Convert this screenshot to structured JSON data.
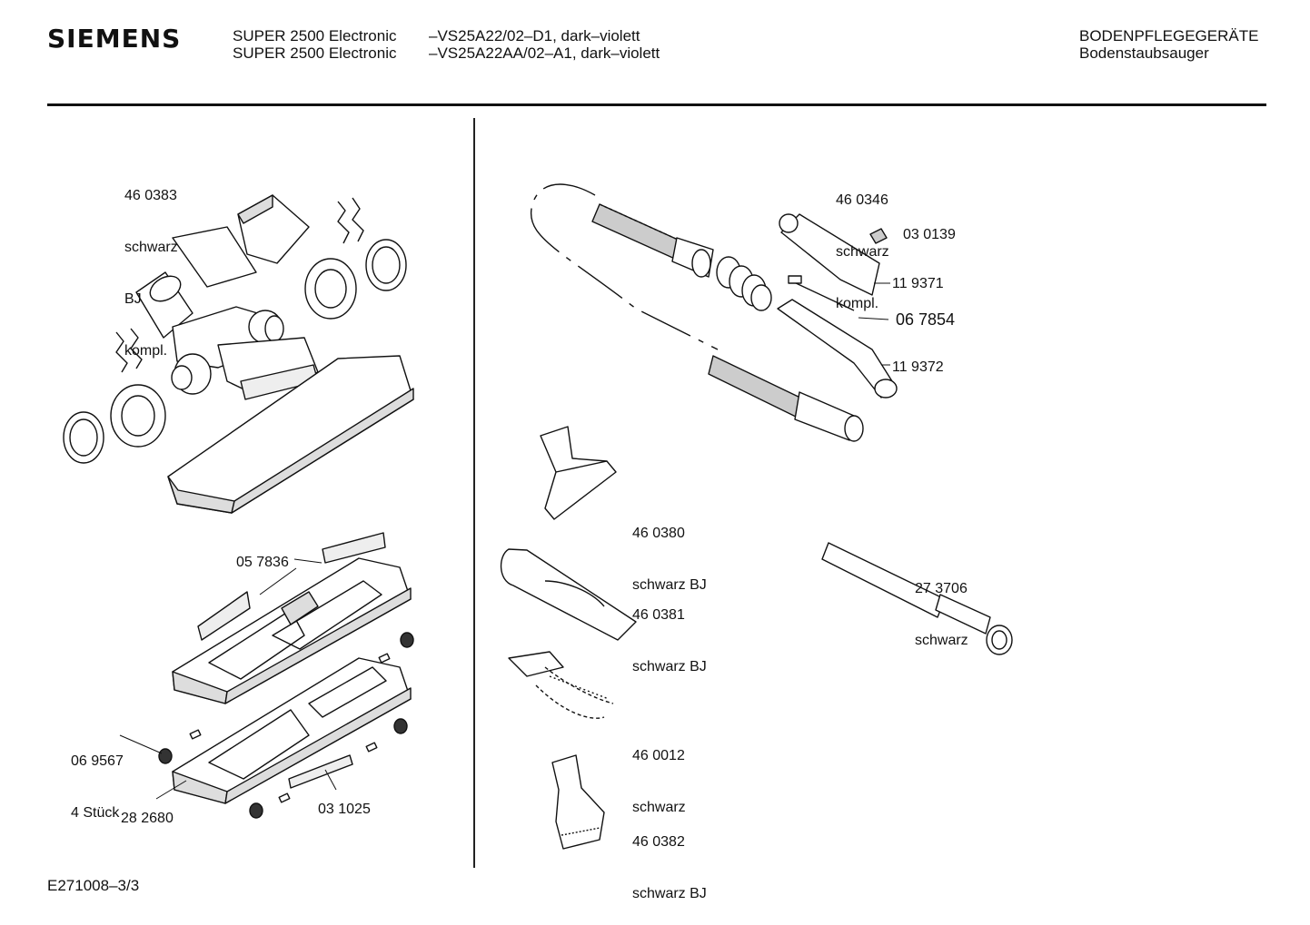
{
  "brand": "SIEMENS",
  "header": {
    "models": [
      {
        "name": "SUPER 2500 Electronic",
        "variant": "–VS25A22/02–D1, dark–violett"
      },
      {
        "name": "SUPER 2500 Electronic",
        "variant": "–VS25A22AA/02–A1, dark–violett"
      }
    ],
    "category": "BODENPFLEGEGERÄTE",
    "subcategory": "Bodenstaubsauger"
  },
  "parts": {
    "floor_nozzle": {
      "number": "46 0383",
      "lines": [
        "schwarz",
        "BJ",
        "kompl."
      ]
    },
    "strip_057836": {
      "number": "05 7836"
    },
    "roller_069567": {
      "number": "06 9567",
      "lines": [
        "4 Stück"
      ]
    },
    "base_282680": {
      "number": "28 2680"
    },
    "strip_031025": {
      "number": "03 1025"
    },
    "handle": {
      "number": "46 0346",
      "lines": [
        "schwarz",
        "kompl."
      ]
    },
    "clip_030139": {
      "number": "03 0139"
    },
    "part_119371": {
      "number": "11 9371"
    },
    "part_067854": {
      "number": "06 7854"
    },
    "part_119372": {
      "number": "11 9372"
    },
    "upholstery_nozzle": {
      "number": "46 0380",
      "lines": [
        "schwarz BJ"
      ]
    },
    "crevice_nozzle": {
      "number": "46 0381",
      "lines": [
        "schwarz BJ"
      ]
    },
    "brush": {
      "number": "46 0012",
      "lines": [
        "schwarz"
      ]
    },
    "dust_brush": {
      "number": "46 0382",
      "lines": [
        "schwarz BJ"
      ]
    },
    "tube": {
      "number": "27 3706",
      "lines": [
        "schwarz"
      ]
    }
  },
  "footer": {
    "code": "E271008–3/3"
  }
}
